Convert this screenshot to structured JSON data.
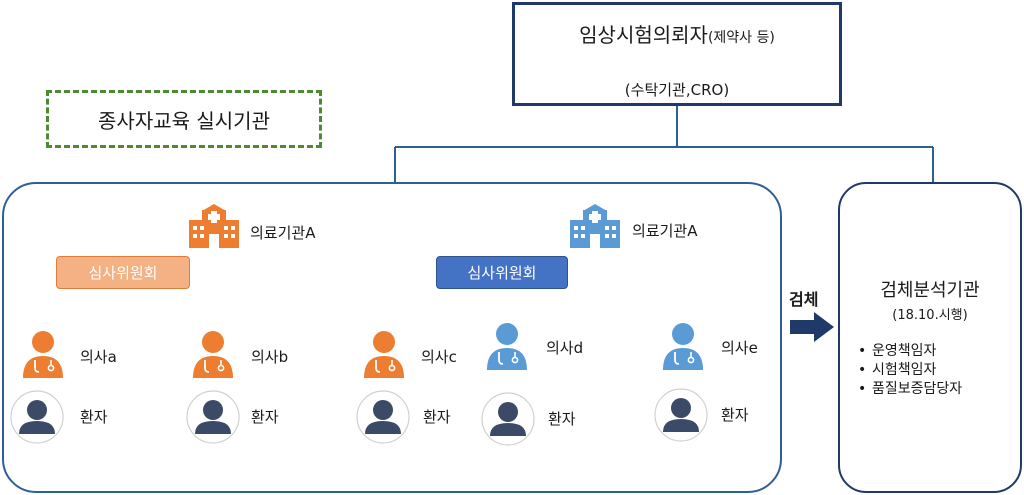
{
  "sponsor": {
    "title": "임상시험의뢰자",
    "title_sub": "(제약사 등)",
    "subtitle": "(수탁기관,CRO)"
  },
  "education_org": {
    "label": "종사자교육 실시기관"
  },
  "institutions": [
    {
      "name": "의료기관A",
      "committee": "심사위원회",
      "color": "#ed7d31",
      "doctors": [
        "의사a",
        "의사b",
        "의사c"
      ]
    },
    {
      "name": "의료기관A",
      "committee": "심사위원회",
      "color": "#5b9bd5",
      "doctors": [
        "의사d",
        "의사e"
      ]
    }
  ],
  "patient_label": "환자",
  "specimen_label": "검체",
  "lab": {
    "title": "검체분석기관",
    "subtitle": "(18.10.시행)",
    "items": [
      "운영책임자",
      "시험책임자",
      "품질보증담당자"
    ]
  },
  "colors": {
    "navy": "#1f3a68",
    "line_blue": "#2f5f99",
    "orange": "#ed7d31",
    "light_blue": "#5b9bd5",
    "green_dash": "#4e8a33",
    "patient": "#3b4a66"
  },
  "icons": {
    "hospital": "hospital-icon",
    "doctor": "doctor-icon",
    "patient": "patient-icon",
    "arrow": "arrow-right-icon"
  }
}
